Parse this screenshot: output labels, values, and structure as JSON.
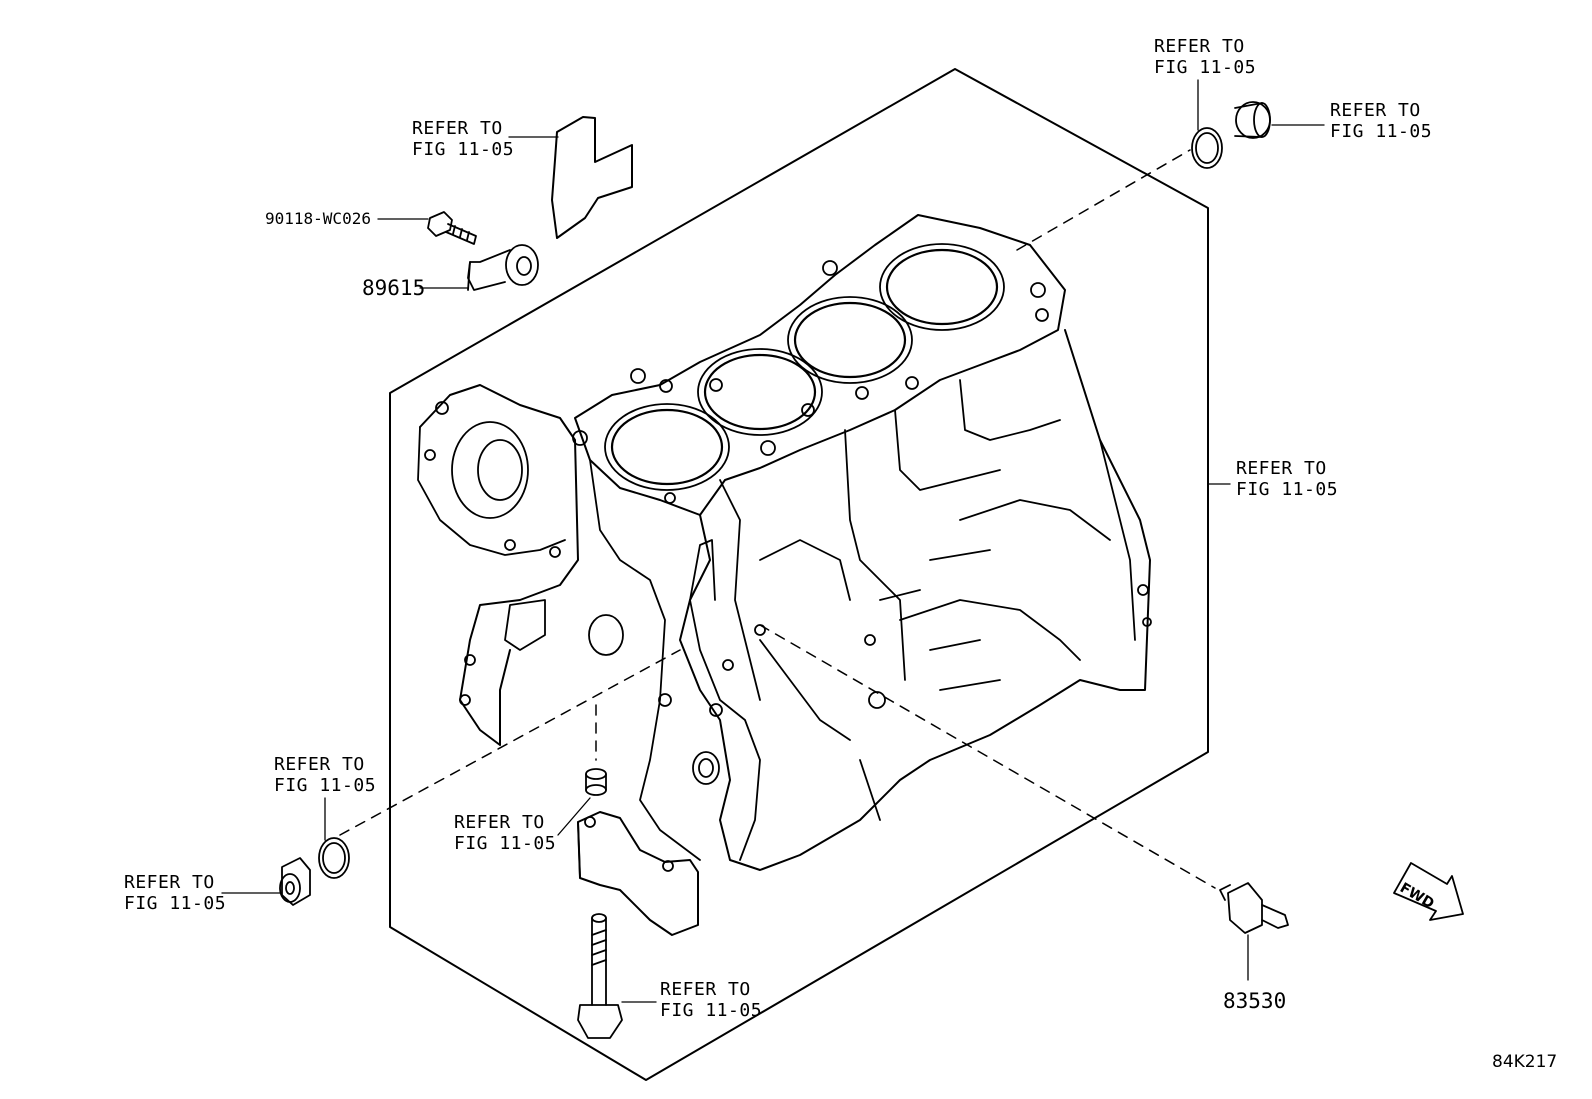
{
  "diagram": {
    "figure_code": "84K217",
    "fwd_label": "FWD",
    "part_numbers": {
      "bolt": "90118-WC026",
      "knock_sensor": "89615",
      "oil_pressure_switch": "83530"
    },
    "refer_labels": {
      "line1": "REFER TO",
      "line2": "FIG 11-05"
    },
    "colors": {
      "line": "#000000",
      "background": "#ffffff"
    }
  }
}
